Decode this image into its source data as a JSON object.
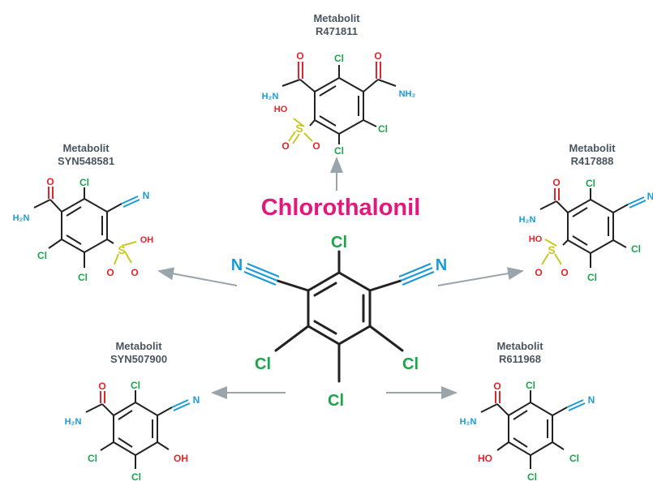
{
  "title": {
    "text": "Chlorothalonil",
    "color": "#e0197d"
  },
  "colors": {
    "bond": "#222222",
    "cl": "#1aa64a",
    "o": "#e0262b",
    "n": "#1a9bd7",
    "s": "#c8c81e",
    "arrow": "#9aa4ab"
  },
  "parent": {
    "atoms": {
      "cl_top": "Cl",
      "cl_left": "Cl",
      "cl_right": "Cl",
      "cl_bottom": "Cl",
      "n_left": "N",
      "n_right": "N"
    }
  },
  "metabolites": [
    {
      "id": "top",
      "line1": "Metabolit",
      "line2": "R471811",
      "atoms": {
        "o1": "O",
        "o2": "O",
        "cl1": "Cl",
        "nh2a": "H₂N",
        "nh2b": "NH₂",
        "oh": "HO",
        "s": "S",
        "so1": "O",
        "so2": "O",
        "cl2": "Cl",
        "cl3": "Cl"
      }
    },
    {
      "id": "left-upper",
      "line1": "Metabolit",
      "line2": "SYN548581",
      "atoms": {
        "o1": "O",
        "cl1": "Cl",
        "n": "N",
        "nh2": "H₂N",
        "s": "S",
        "oh": "OH",
        "so1": "O",
        "so2": "O",
        "cl2": "Cl",
        "cl3": "Cl"
      }
    },
    {
      "id": "right-upper",
      "line1": "Metabolit",
      "line2": "R417888",
      "atoms": {
        "o1": "O",
        "cl1": "Cl",
        "n": "N",
        "nh2": "H₂N",
        "oh": "HO",
        "s": "S",
        "so1": "O",
        "so2": "O",
        "cl2": "Cl",
        "cl3": "Cl"
      }
    },
    {
      "id": "left-lower",
      "line1": "Metabolit",
      "line2": "SYN507900",
      "atoms": {
        "o1": "O",
        "cl1": "Cl",
        "n": "N",
        "nh2": "H₂N",
        "cl2": "Cl",
        "oh": "OH",
        "cl3": "Cl"
      }
    },
    {
      "id": "right-lower",
      "line1": "Metabolit",
      "line2": "R611968",
      "atoms": {
        "o1": "O",
        "cl1": "Cl",
        "n": "N",
        "nh2": "H₂N",
        "oh": "HO",
        "cl2": "Cl",
        "cl3": "Cl"
      }
    }
  ]
}
